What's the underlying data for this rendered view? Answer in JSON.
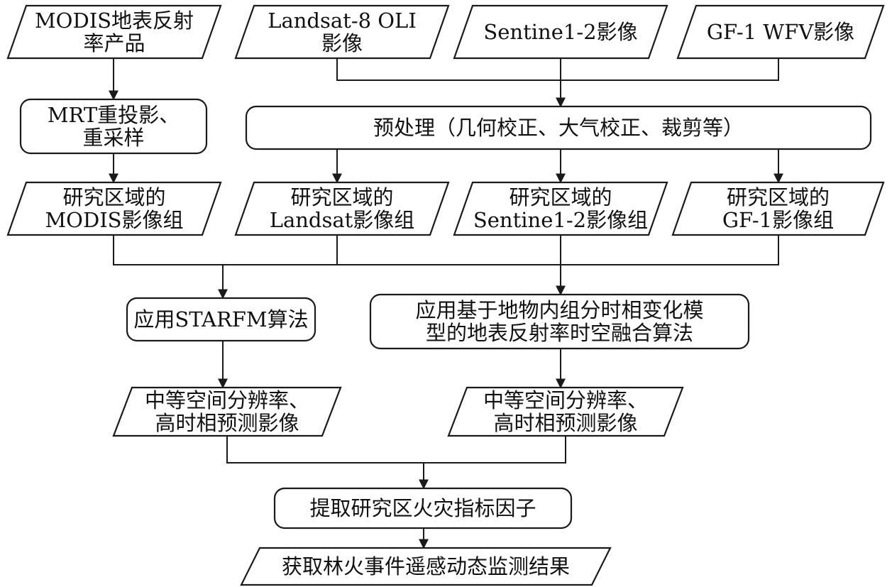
{
  "nodes": {
    "modis_product": {
      "shape": "parallelogram",
      "lines": [
        "MODIS地表反射",
        "率产品"
      ]
    },
    "landsat_image": {
      "shape": "parallelogram",
      "lines": [
        "Landsat-8 OLI",
        "影像"
      ]
    },
    "sentinel_image": {
      "shape": "parallelogram",
      "lines": [
        "Sentine1-2影像"
      ]
    },
    "gf1_image": {
      "shape": "parallelogram",
      "lines": [
        "GF-1 WFV影像"
      ]
    },
    "mrt_reproject": {
      "shape": "rounded-rect",
      "lines": [
        "MRT重投影、",
        "重采样"
      ]
    },
    "preprocess": {
      "shape": "rounded-rect",
      "lines": [
        "预处理（几何校正、大气校正、裁剪等）"
      ]
    },
    "modis_group": {
      "shape": "parallelogram",
      "lines": [
        "研究区域的",
        "MODIS影像组"
      ]
    },
    "landsat_group": {
      "shape": "parallelogram",
      "lines": [
        "研究区域的",
        "Landsat影像组"
      ]
    },
    "sentinel_group": {
      "shape": "parallelogram",
      "lines": [
        "研究区域的",
        "Sentine1-2影像组"
      ]
    },
    "gf1_group": {
      "shape": "parallelogram",
      "lines": [
        "研究区域的",
        "GF-1影像组"
      ]
    },
    "starfm": {
      "shape": "rounded-rect",
      "lines": [
        "应用STARFM算法"
      ]
    },
    "fusion_model": {
      "shape": "rounded-rect",
      "lines": [
        "应用基于地物内组分时相变化模",
        "型的地表反射率时空融合算法"
      ]
    },
    "predict_left": {
      "shape": "parallelogram",
      "lines": [
        "中等空间分辨率、",
        "高时相预测影像"
      ]
    },
    "predict_right": {
      "shape": "parallelogram",
      "lines": [
        "中等空间分辨率、",
        "高时相预测影像"
      ]
    },
    "extract_factors": {
      "shape": "rounded-rect",
      "lines": [
        "提取研究区火灾指标因子"
      ]
    },
    "result": {
      "shape": "parallelogram",
      "lines": [
        "获取林火事件遥感动态监测结果"
      ]
    }
  }
}
